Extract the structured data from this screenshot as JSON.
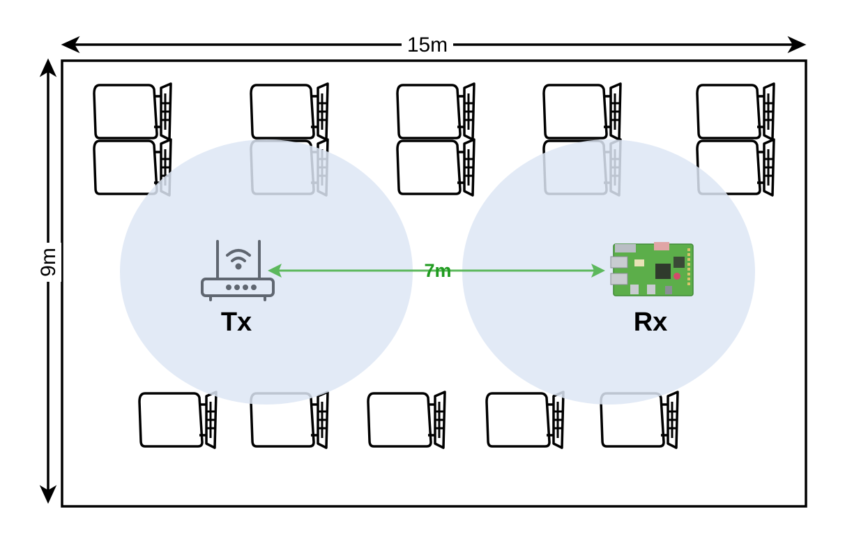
{
  "dimensions": {
    "width_label": "15m",
    "height_label": "9m"
  },
  "devices": {
    "tx": {
      "label": "Tx",
      "icon": "wifi-router-icon"
    },
    "rx": {
      "label": "Rx",
      "icon": "raspberry-pi-board-icon"
    }
  },
  "link": {
    "distance_label": "7m"
  },
  "colors": {
    "coverage": "#dde6f4",
    "link": "#5cb85c",
    "link_text": "#1f9b1f",
    "router": "#5f6670",
    "board": "#5cae4a",
    "outline": "#000000"
  },
  "chairs": {
    "top_rows": 2,
    "top_columns": 5,
    "bottom_count": 5
  }
}
